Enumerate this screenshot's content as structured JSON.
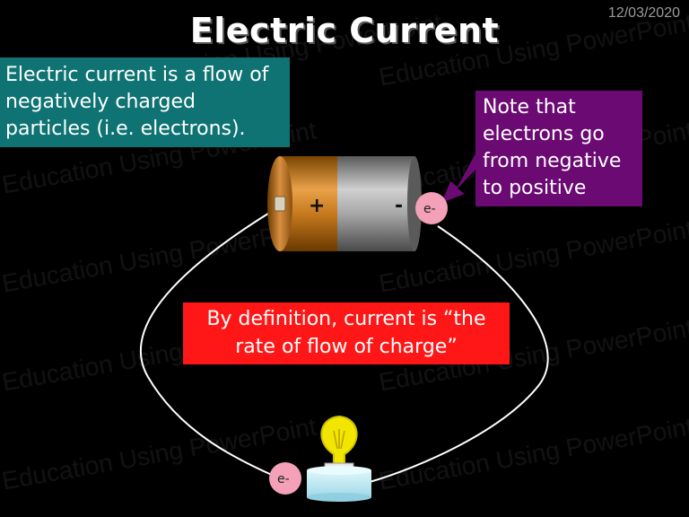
{
  "slide": {
    "date": "12/03/2020",
    "title": "Electric Current",
    "definition_text": "Electric current is a flow of negatively charged particles (i.e. electrons).",
    "note_text": "Note that electrons go from negative to positive",
    "current_definition": "By definition, current is “the rate of flow of charge”",
    "battery_positive": "+",
    "battery_negative": "-",
    "electron_label_top": "e-",
    "electron_label_bottom": "e-",
    "watermark": "Education Using PowerPoint"
  },
  "colors": {
    "background": "#000000",
    "teal_box": "#0f7373",
    "purple_box": "#6b0a73",
    "red_box": "#ff1616",
    "battery_copper": "#c87a1e",
    "battery_grey": "#9a9a9a",
    "electron": "#f4a0b8",
    "bulb": "#f2e600"
  }
}
